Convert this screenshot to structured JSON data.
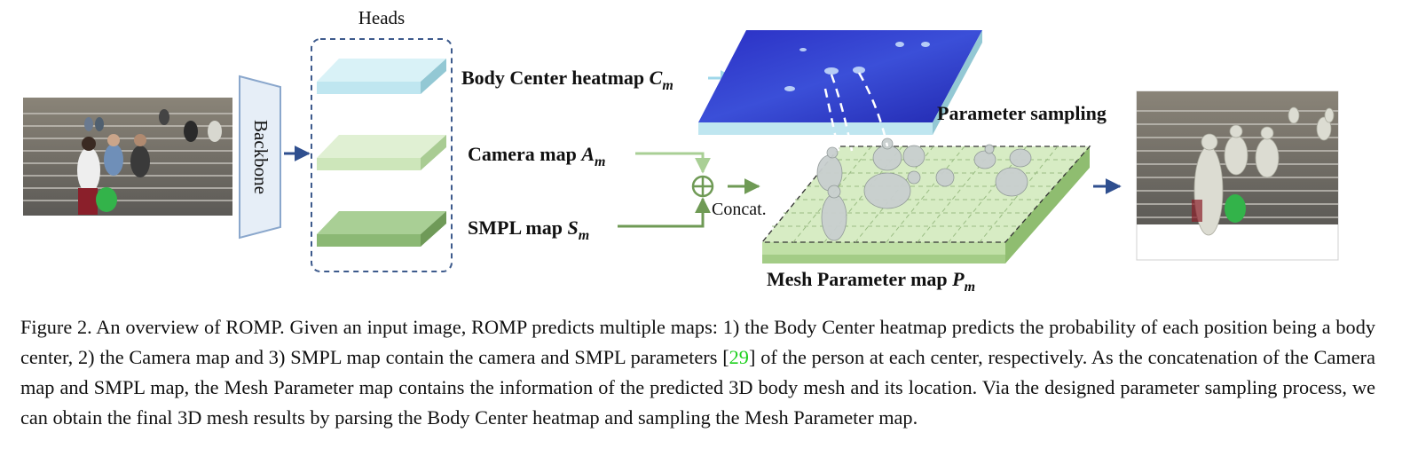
{
  "figure": {
    "heads_title": "Heads",
    "backbone_label": "Backbone",
    "body_center": {
      "name": "Body Center heatmap ",
      "symbol": "C",
      "sub": "m"
    },
    "camera": {
      "name": "Camera map ",
      "symbol": "A",
      "sub": "m"
    },
    "smpl": {
      "name": "SMPL map ",
      "symbol": "S",
      "sub": "m"
    },
    "concat_label": "Concat.",
    "parameter_sampling": "Parameter sampling",
    "mesh_param": {
      "name": "Mesh Parameter map ",
      "symbol": "P",
      "sub": "m"
    },
    "colors": {
      "arrow": "#2f4f8f",
      "head_light": "#c9eaf1",
      "head_mid": "#d7ebc4",
      "head_dark": "#93bd7a",
      "heatmap": "#2b33c9",
      "mesh_map": "#cfe9b4",
      "citation": "#1fd01f"
    }
  },
  "caption": {
    "part1": "Figure 2. An overview of ROMP. Given an input image, ROMP predicts multiple maps: 1) the Body Center heatmap predicts the probability of each position being a body center, 2) the Camera map and 3) SMPL map contain the camera and SMPL parameters [",
    "citation": "29",
    "part2": "] of the person at each center, respectively.  As the concatenation of the Camera map and SMPL map, the Mesh Parameter map contains the information of the predicted 3D body mesh and its location. Via the designed parameter sampling process, we can obtain the final 3D mesh results by parsing the Body Center heatmap and sampling the Mesh Parameter map."
  }
}
